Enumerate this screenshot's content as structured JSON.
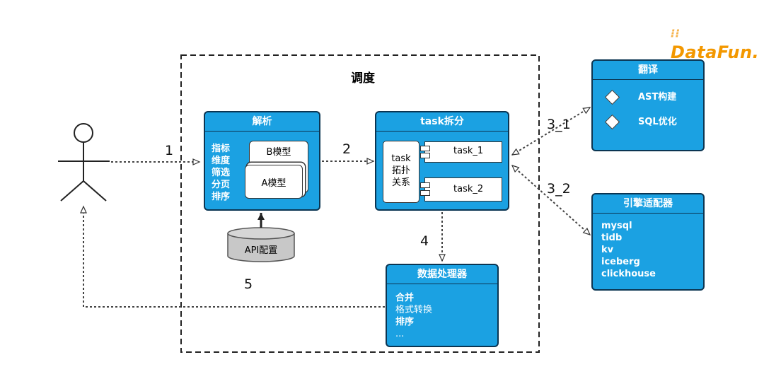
{
  "logo": {
    "text": "DataFun."
  },
  "scheduler": {
    "title": "调度"
  },
  "parse_box": {
    "title": "解析",
    "items": [
      "指标",
      "维度",
      "筛选",
      "分页",
      "排序"
    ],
    "model_b": "B模型",
    "model_a": "A模型"
  },
  "api_config": "API配置",
  "task_box": {
    "title": "task拆分",
    "topology": [
      "task",
      "拓扑",
      "关系"
    ],
    "task1": "task_1",
    "task2": "task_2"
  },
  "data_processor": {
    "title": "数据处理器",
    "items": [
      "合并",
      "格式转换",
      "排序",
      "..."
    ]
  },
  "translate_box": {
    "title": "翻译",
    "items": [
      "AST构建",
      "SQL优化"
    ]
  },
  "engine_box": {
    "title": "引擎适配器",
    "items": [
      "mysql",
      "tidb",
      "kv",
      "iceberg",
      "clickhouse"
    ]
  },
  "edge_labels": {
    "e1": "1",
    "e2": "2",
    "e3_1": "3_1",
    "e3_2": "3_2",
    "e4": "4",
    "e5": "5"
  },
  "colors": {
    "box_fill": "#1BA1E2",
    "box_border": "#0B3552",
    "logo": "#F39800",
    "cylinder": "#C8C8C8"
  }
}
